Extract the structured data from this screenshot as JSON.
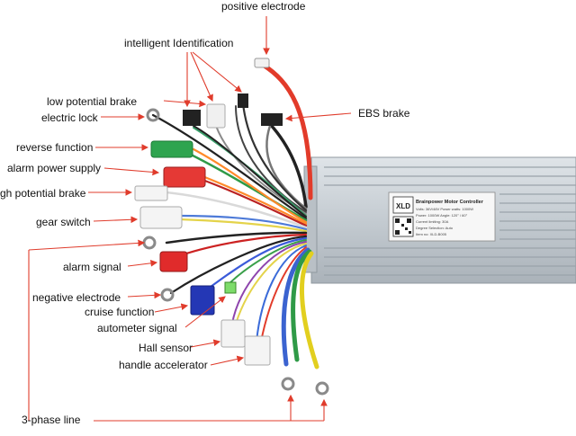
{
  "labels": {
    "positive_electrode": "positive electrode",
    "intelligent_identification": "intelligent Identification",
    "low_potential_brake": "low potential brake",
    "electric_lock": "electric lock",
    "ebs_brake": "EBS brake",
    "reverse_function": "reverse function",
    "alarm_power_supply": "alarm power supply",
    "high_potential_brake": "gh potential brake",
    "gear_switch": "gear switch",
    "alarm_signal": "alarm signal",
    "negative_electrode": "negative electrode",
    "cruise_function": "cruise function",
    "autometer_signal": "autometer signal",
    "hall_sensor": "Hall sensor",
    "handle_accelerator": "handle accelerator",
    "three_phase_line": "3-phase line"
  },
  "controller_plate": {
    "brand": "XLD",
    "title": "Brainpower Motor Controller",
    "lines": [
      "Volts: 36V/48V  Power watts: 1000W",
      "Power: 1000W  Angle: 120° / 60°",
      "Current limiting: 30A",
      "Degree Selection: Auto",
      "Item no: XLD-B005"
    ]
  },
  "colors": {
    "arrow": "#e03c2c",
    "housing": "#c9cfd4",
    "housing_dark": "#9aa3aa"
  }
}
